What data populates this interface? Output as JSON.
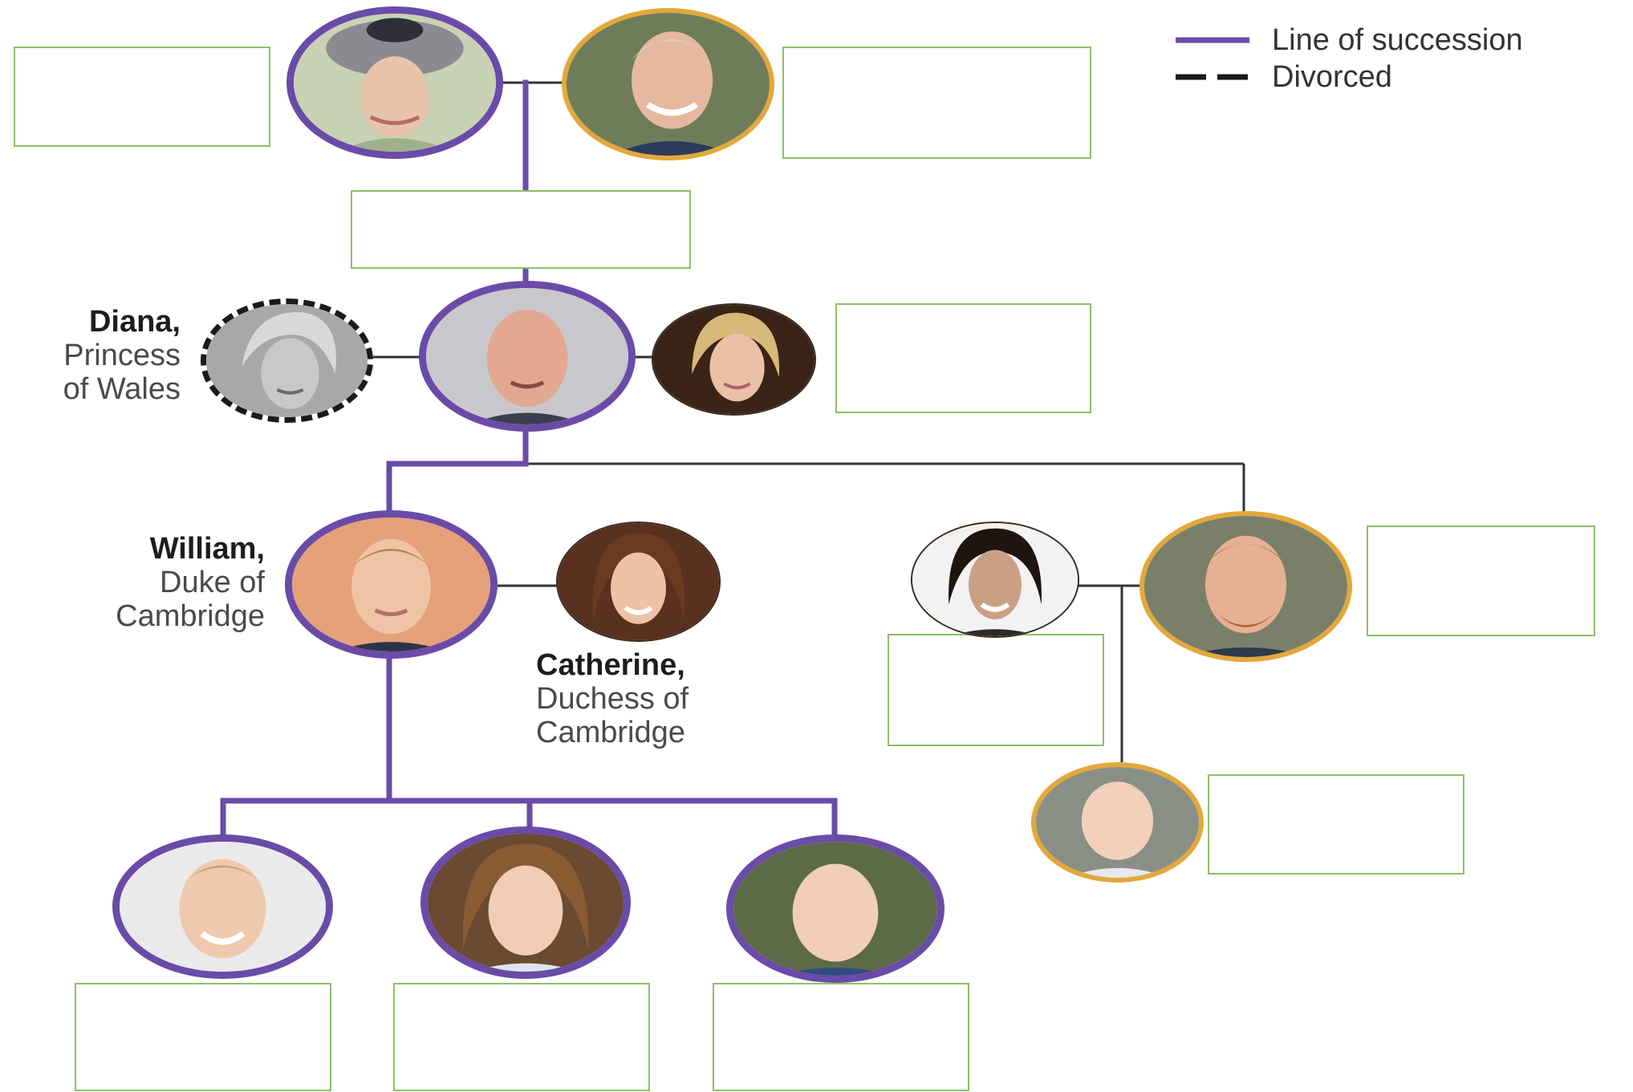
{
  "legend": {
    "items": [
      {
        "label": "Line of succession",
        "color": "#6a4ba8",
        "style": "solid"
      },
      {
        "label": "Divorced",
        "color": "#1a1a1a",
        "style": "dashed"
      }
    ]
  },
  "people": {
    "diana": {
      "name": "Diana,",
      "title_line1": "Princess",
      "title_line2": "of Wales"
    },
    "william": {
      "name": "William,",
      "title_line1": "Duke of",
      "title_line2": "Cambridge"
    },
    "catherine": {
      "name": "Catherine,",
      "title_line1": "Duchess of",
      "title_line2": "Cambridge"
    }
  },
  "colors": {
    "succession": "#6a4ba8",
    "spouse_ring": "#e3a83a",
    "label_box_border": "#8cc06a",
    "connector": "#333333"
  }
}
